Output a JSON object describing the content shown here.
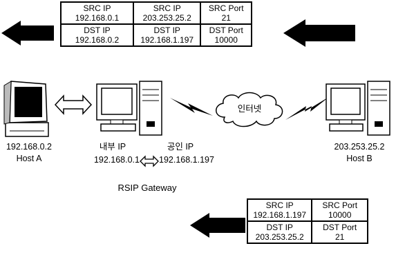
{
  "top_packet": {
    "src_ip_label": "SRC IP",
    "src_ip_1": "192.168.0.1",
    "src_ip_2_label": "SRC IP",
    "src_ip_2": "203.253.25.2",
    "src_port_label": "SRC Port",
    "src_port": "21",
    "dst_ip_label": "DST IP",
    "dst_ip_1": "192.168.0.2",
    "dst_ip_2_label": "DST IP",
    "dst_ip_2": "192.168.1.197",
    "dst_port_label": "DST Port",
    "dst_port": "10000"
  },
  "bottom_packet": {
    "src_ip_label": "SRC IP",
    "src_ip": "192.168.1.197",
    "src_port_label": "SRC Port",
    "src_port": "10000",
    "dst_ip_label": "DST IP",
    "dst_ip": "203.253.25.2",
    "dst_port_label": "DST Port",
    "dst_port": "21"
  },
  "host_a": {
    "ip": "192.168.0.2",
    "name": "Host A"
  },
  "gateway": {
    "internal_label": "내부 IP",
    "public_label": "공인 IP",
    "internal_ip": "192.168.0.1",
    "public_ip": "192.168.1.197",
    "name": "RSIP Gateway"
  },
  "internet_label": "인터넷",
  "host_b": {
    "ip": "203.253.25.2",
    "name": "Host B"
  }
}
